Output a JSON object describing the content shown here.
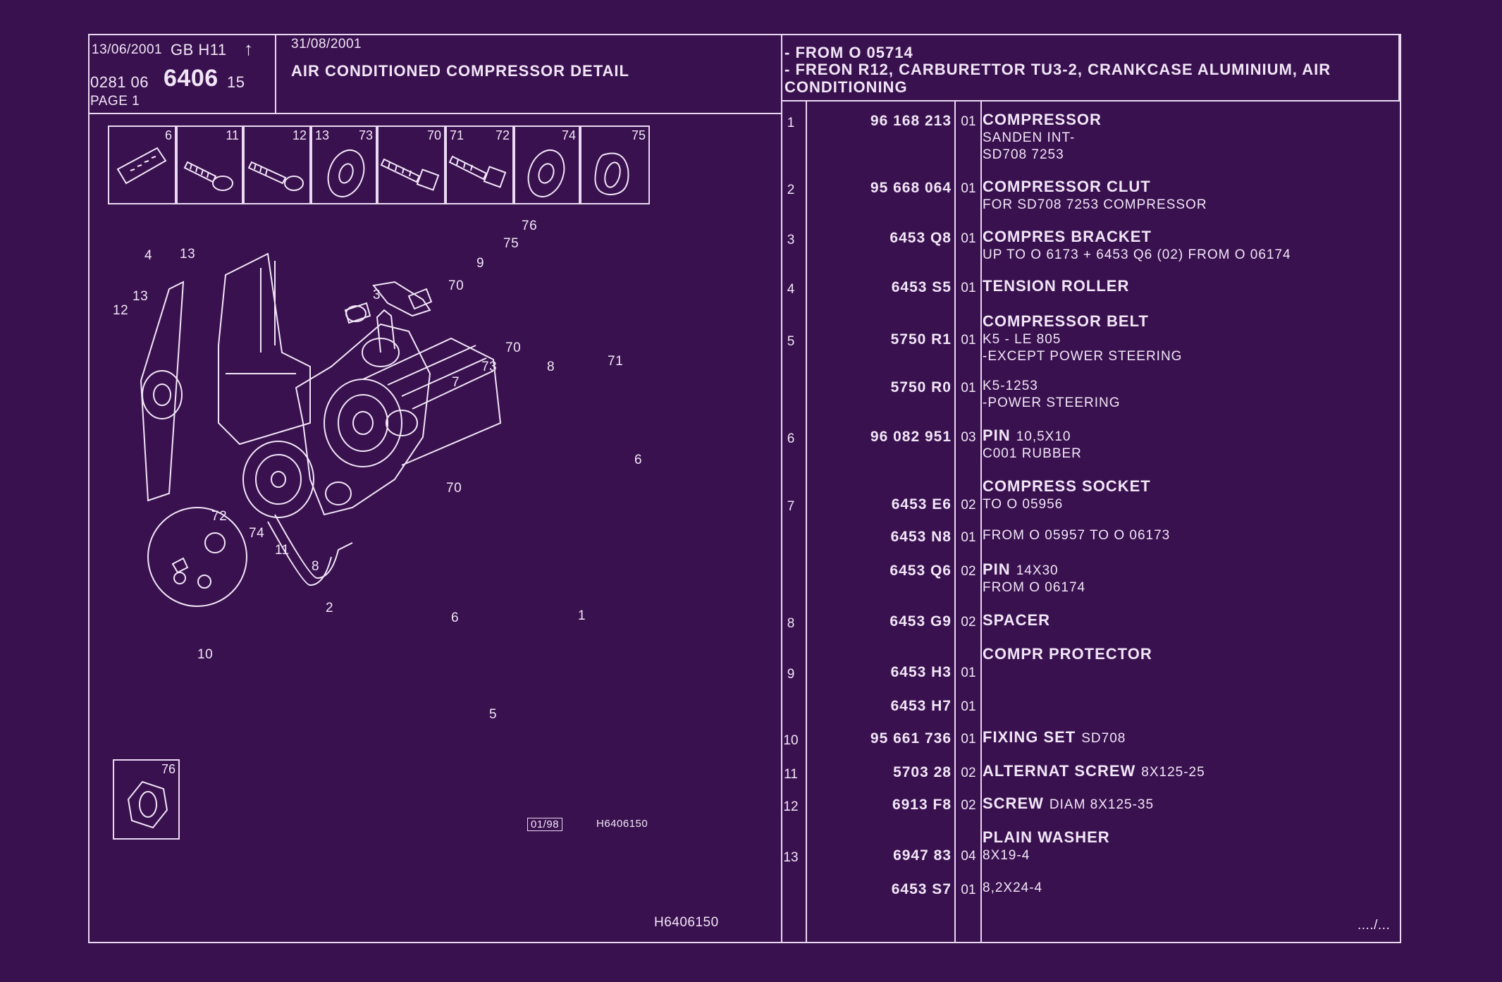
{
  "header": {
    "date1": "13/06/2001",
    "lang_model": "GB  H11",
    "arrow_up": "↑",
    "ref_prefix": "0281  06",
    "ref_main": "6406",
    "ref_suffix": "15",
    "page": "PAGE  1",
    "date2": "31/08/2001",
    "title": "AIR CONDITIONED COMPRESSOR DETAIL",
    "applicability": [
      "- FROM  O   05714",
      "- FREON R12, CARBURETTOR TU3-2, CRANKCASE ALUMINIUM, AIR",
      "CONDITIONING"
    ]
  },
  "thumbnails": [
    {
      "labels": [
        "6"
      ]
    },
    {
      "labels": [
        "11"
      ]
    },
    {
      "labels": [
        "12"
      ]
    },
    {
      "labels": [
        "13",
        "73"
      ]
    },
    {
      "labels": [
        "70"
      ]
    },
    {
      "labels": [
        "71",
        "72"
      ]
    },
    {
      "labels": [
        "74"
      ]
    },
    {
      "labels": [
        "75"
      ]
    }
  ],
  "diagram": {
    "callouts": [
      "4",
      "13",
      "13",
      "12",
      "3",
      "76",
      "75",
      "9",
      "70",
      "70",
      "73",
      "8",
      "71",
      "7",
      "6",
      "70",
      "72",
      "74",
      "11",
      "8",
      "6",
      "1",
      "2",
      "10",
      "5"
    ],
    "inset_label": "76",
    "stamp": "01/98",
    "drawing_ref_small": "H6406150",
    "drawing_ref": "H6406150"
  },
  "parts": [
    {
      "no": "1",
      "entries": [
        {
          "partno": "96 168 213",
          "qty": "01",
          "title": "COMPRESSOR",
          "lines": [
            "SANDEN INT-",
            "SD708  7253"
          ]
        }
      ]
    },
    {
      "no": "2",
      "entries": [
        {
          "partno": "95 668 064",
          "qty": "01",
          "title": "COMPRESSOR CLUT",
          "lines": [
            "FOR SD708 7253 COMPRESSOR"
          ]
        }
      ]
    },
    {
      "no": "3",
      "entries": [
        {
          "partno": "6453  Q8",
          "qty": "01",
          "title": "COMPRES BRACKET",
          "lines": [
            "UP TO O 6173  +  6453 Q6 (02)  FROM  O  06174"
          ]
        }
      ]
    },
    {
      "no": "4",
      "entries": [
        {
          "partno": "6453  S5",
          "qty": "01",
          "title": "TENSION ROLLER",
          "lines": []
        }
      ]
    },
    {
      "no": "5",
      "entries": [
        {
          "partno": "5750  R1",
          "qty": "01",
          "title": "COMPRESSOR BELT",
          "lines": [
            "K5 - LE 805",
            "-EXCEPT POWER STEERING"
          ]
        },
        {
          "partno": "5750  R0",
          "qty": "01",
          "title": "",
          "lines": [
            "K5-1253",
            "-POWER STEERING"
          ]
        }
      ]
    },
    {
      "no": "6",
      "entries": [
        {
          "partno": "96 082 951",
          "qty": "03",
          "title": "PIN",
          "title_suffix": "10,5X10",
          "lines": [
            "C001 RUBBER"
          ]
        }
      ]
    },
    {
      "no": "7",
      "entries": [
        {
          "partno": "6453  E6",
          "qty": "02",
          "title": "COMPRESS SOCKET",
          "lines": [
            "TO  O  05956"
          ]
        },
        {
          "partno": "6453  N8",
          "qty": "01",
          "title": "",
          "lines": [
            "FROM  O  05957  TO  O  06173"
          ]
        },
        {
          "partno": "6453  Q6",
          "qty": "02",
          "title": "PIN",
          "title_suffix": "14X30",
          "lines": [
            "FROM  O  06174"
          ]
        }
      ]
    },
    {
      "no": "8",
      "entries": [
        {
          "partno": "6453  G9",
          "qty": "02",
          "title": "SPACER",
          "lines": []
        }
      ]
    },
    {
      "no": "9",
      "entries": [
        {
          "partno": "6453  H3",
          "qty": "01",
          "title": "COMPR PROTECTOR",
          "lines": []
        },
        {
          "partno": "6453  H7",
          "qty": "01",
          "title": "",
          "lines": []
        }
      ]
    },
    {
      "no": "10",
      "entries": [
        {
          "partno": "95 661 736",
          "qty": "01",
          "title": "FIXING SET",
          "title_suffix": "SD708",
          "lines": []
        }
      ]
    },
    {
      "no": "11",
      "entries": [
        {
          "partno": "5703  28",
          "qty": "02",
          "title": "ALTERNAT SCREW",
          "title_suffix": "8X125-25",
          "lines": []
        }
      ]
    },
    {
      "no": "12",
      "entries": [
        {
          "partno": "6913  F8",
          "qty": "02",
          "title": "SCREW",
          "title_suffix": "DIAM 8X125-35",
          "lines": []
        }
      ]
    },
    {
      "no": "13",
      "entries": [
        {
          "partno": "6947  83",
          "qty": "04",
          "title": "PLAIN WASHER",
          "lines": [
            "8X19-4"
          ]
        },
        {
          "partno": "6453  S7",
          "qty": "01",
          "title": "",
          "lines": [
            "8,2X24-4"
          ]
        }
      ]
    }
  ],
  "footer": {
    "continued": "..../..."
  },
  "colors": {
    "background": "#3a114f",
    "ink": "#f1e6f7"
  }
}
